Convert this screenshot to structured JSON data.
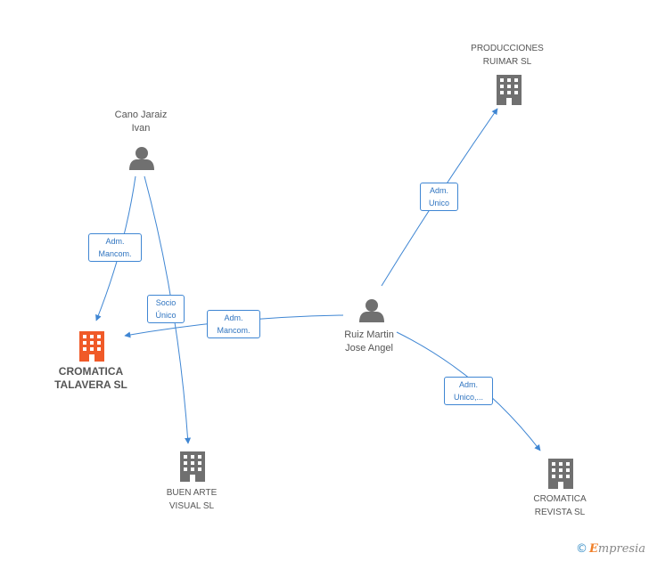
{
  "colors": {
    "edge": "#3f86d3",
    "node_gray": "#707070",
    "node_focus": "#f05a28"
  },
  "nodes": {
    "cano": {
      "line1": "Cano Jaraiz",
      "line2": "Ivan",
      "type": "person"
    },
    "ruiz": {
      "line1": "Ruiz Martin",
      "line2": "Jose Angel",
      "type": "person"
    },
    "producciones": {
      "line1": "PRODUCCIONES",
      "line2": "RUIMAR  SL",
      "type": "company"
    },
    "cromatica_talavera": {
      "line1": "CROMATICA",
      "line2": "TALAVERA SL",
      "type": "company-focus"
    },
    "buen_arte": {
      "line1": "BUEN ARTE",
      "line2": "VISUAL SL",
      "type": "company"
    },
    "cromatica_revista": {
      "line1": "CROMATICA",
      "line2": "REVISTA SL",
      "type": "company"
    }
  },
  "edges": {
    "cano_talavera": {
      "line1": "Adm.",
      "line2": "Mancom."
    },
    "cano_buenarte": {
      "line1": "Socio",
      "line2": "Único"
    },
    "ruiz_talavera": {
      "line1": "Adm.",
      "line2": "Mancom."
    },
    "ruiz_producciones": {
      "line1": "Adm.",
      "line2": "Unico"
    },
    "ruiz_revista": {
      "line1": "Adm.",
      "line2": "Unico,..."
    }
  },
  "brand": {
    "copyright": "©",
    "name_initial": "E",
    "name_rest": "mpresia"
  }
}
